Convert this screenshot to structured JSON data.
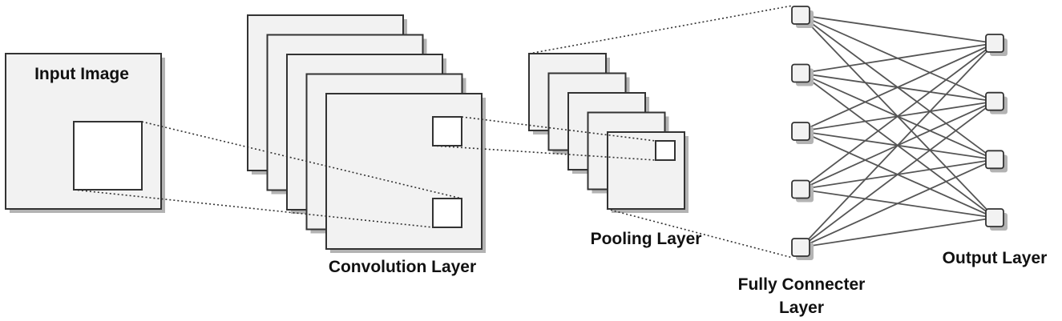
{
  "labels": {
    "input_image": "Input Image",
    "convolution_layer": "Convolution Layer",
    "pooling_layer": "Pooling Layer",
    "fully_connected_line1": "Fully Connecter",
    "fully_connected_line2": "Layer",
    "output_layer": "Output Layer"
  },
  "structure": {
    "convolution_feature_maps": 5,
    "pooling_feature_maps": 5,
    "fully_connected_nodes": 5,
    "output_nodes": 4
  },
  "colors": {
    "box_fill": "#f2f2f2",
    "box_stroke": "#333333",
    "shadow": "#b3b3b3",
    "edge": "#555555",
    "text": "#111111"
  }
}
